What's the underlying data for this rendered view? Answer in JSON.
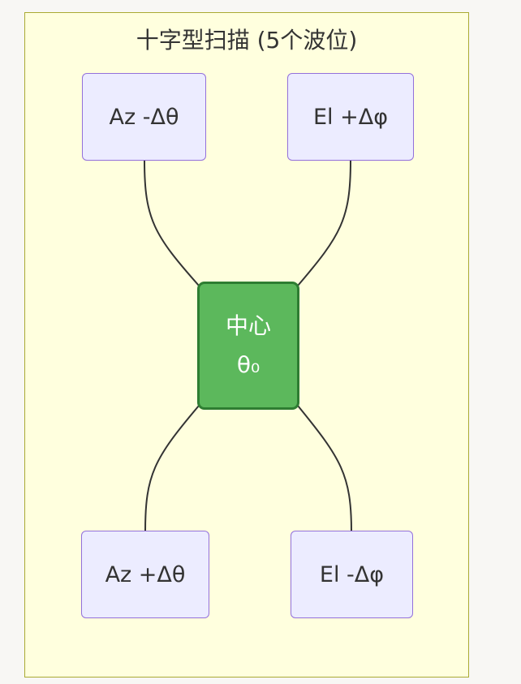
{
  "diagram": {
    "cluster_title": "十字型扫描 (5个波位)",
    "nodes": {
      "az_minus": "Az -Δθ",
      "el_plus": "El +Δφ",
      "center_line1": "中心",
      "center_line2": "θ₀",
      "az_plus": "Az +Δθ",
      "el_minus": "El -Δφ"
    },
    "edges": [
      {
        "from": "az_minus",
        "to": "center"
      },
      {
        "from": "el_plus",
        "to": "center"
      },
      {
        "from": "center",
        "to": "az_plus"
      },
      {
        "from": "center",
        "to": "el_minus"
      }
    ],
    "colors": {
      "background": "#f8f7f4",
      "cluster_fill": "#ffffde",
      "cluster_border": "#aaaa33",
      "node_fill": "#ececff",
      "node_border": "#9370db",
      "center_fill": "#5cb85c",
      "center_border": "#2e7d32",
      "edge": "#333333"
    }
  }
}
